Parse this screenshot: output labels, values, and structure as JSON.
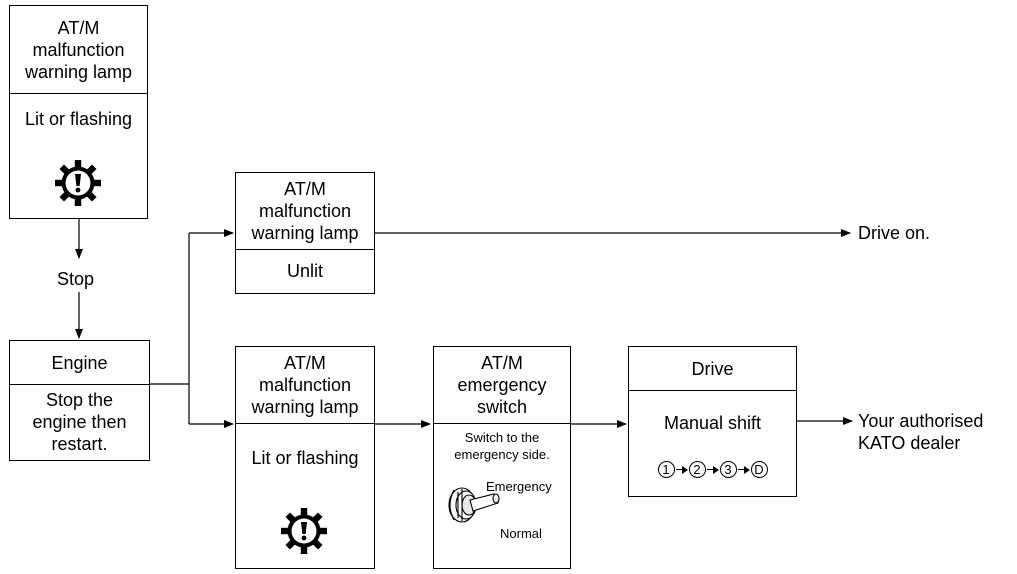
{
  "box_warning_top": {
    "title": "AT/M\nmalfunction\nwarning lamp",
    "state": "Lit or flashing",
    "icon": "transmission-warning-icon"
  },
  "stop_label": "Stop",
  "box_engine": {
    "title": "Engine",
    "instruction": "Stop the\nengine then\nrestart."
  },
  "box_warning_unlit": {
    "title": "AT/M\nmalfunction\nwarning lamp",
    "state": "Unlit"
  },
  "drive_on_label": "Drive on.",
  "box_warning_lit": {
    "title": "AT/M\nmalfunction\nwarning lamp",
    "state": "Lit or flashing",
    "icon": "transmission-warning-icon"
  },
  "box_emergency": {
    "title": "AT/M\nemergency\nswitch",
    "instruction": "Switch to the\nemergency side.",
    "label_emergency": "Emergency",
    "label_normal": "Normal",
    "icon": "toggle-switch-icon"
  },
  "box_drive": {
    "title": "Drive",
    "mode": "Manual shift",
    "sequence": [
      "1",
      "2",
      "3",
      "D"
    ]
  },
  "dealer_label": "Your authorised\nKATO dealer"
}
